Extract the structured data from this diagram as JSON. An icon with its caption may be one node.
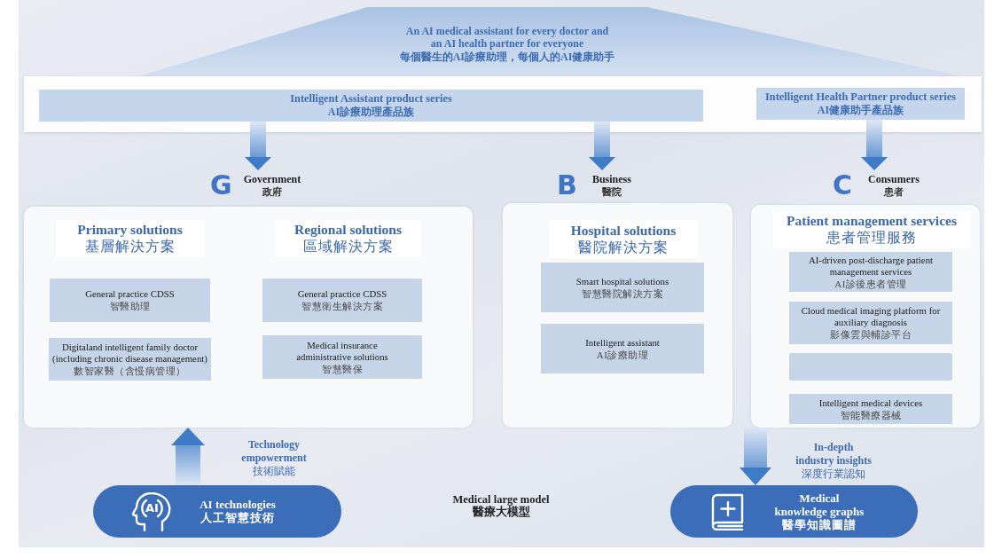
{
  "diagram": {
    "nodes": [
      {
        "text": [
          "An AI medical assistant for every doctor and an AI health partner for everyone",
          "每個醫生的AI診療助理，每個人的AI健康助手"
        ]
      },
      {
        "text": [],
        "shape": "band"
      },
      {
        "text": [
          "Intelligent Assistant product series",
          "AI診療助理產品族"
        ],
        "in": 1
      },
      {
        "text": [
          "Intelligent Health Partner product series",
          "AI健康助手產品族"
        ],
        "in": 1
      },
      {
        "text": [
          "G",
          "Government",
          "政府"
        ]
      },
      {
        "text": [
          "B",
          "Business",
          "醫院"
        ]
      },
      {
        "text": [
          "C",
          "Consumers",
          "患者"
        ]
      },
      {
        "text": [],
        "shape": "box"
      },
      {
        "text": [
          "Primary solutions",
          "基層解決方案"
        ],
        "in": 7
      },
      {
        "text": [
          "General practice CDSS",
          "智醫助理"
        ],
        "in": 7
      },
      {
        "text": [
          "Digitaland intelligent family doctor (including chronic disease management)",
          "數智家醫（含慢病管理）"
        ],
        "in": 7
      },
      {
        "text": [
          "Regional solutions",
          "區域解決方案"
        ],
        "in": 7
      },
      {
        "text": [
          "General practice CDSS",
          "智慧衛生解決方案"
        ],
        "in": 7
      },
      {
        "text": [
          "Medical insurance administrative solutions",
          "智慧醫保"
        ],
        "in": 7
      },
      {
        "text": [],
        "shape": "box"
      },
      {
        "text": [
          "Hospital solutions",
          "醫院解決方案"
        ],
        "in": 14
      },
      {
        "text": [
          "Smart hospital solutions",
          "智慧醫院解決方案"
        ],
        "in": 14
      },
      {
        "text": [
          "Intelligent assistant",
          "AI診療助理"
        ],
        "in": 14
      },
      {
        "text": [],
        "shape": "box"
      },
      {
        "text": [
          "Patient management services",
          "患者管理服務"
        ],
        "in": 18
      },
      {
        "text": [
          "AI-driven post-discharge patient management services",
          "AI診後患者管理"
        ],
        "in": 18
      },
      {
        "text": [
          "Cloud medical imaging platform for auxiliary diagnosis",
          "影像雲與輔診平台"
        ],
        "in": 18
      },
      {
        "text": [],
        "shape": "box",
        "in": 18
      },
      {
        "text": [
          "Intelligent medical devices",
          "智能醫療器械"
        ],
        "in": 18
      },
      {
        "text": [
          "AI",
          "AI technologies",
          "人工智慧技術"
        ]
      },
      {
        "text": [
          "Medical knowledge graphs",
          "醫學知識圖譜"
        ]
      }
    ],
    "edges": [
      {
        "from": 2,
        "to": 4,
        "arrow": "to"
      },
      {
        "from": 2,
        "to": 5,
        "arrow": "to"
      },
      {
        "from": 3,
        "to": 6,
        "arrow": "to"
      },
      {
        "from": 24,
        "to": 7,
        "arrow": "to",
        "label": "**Technology empowerment** 技術賦能"
      },
      {
        "from": 18,
        "to": 25,
        "arrow": "to",
        "label": "**In-depth industry insights** 深度行業認知"
      }
    ],
    "labels": [
      "Medical large model",
      "醫療大模型"
    ]
  }
}
